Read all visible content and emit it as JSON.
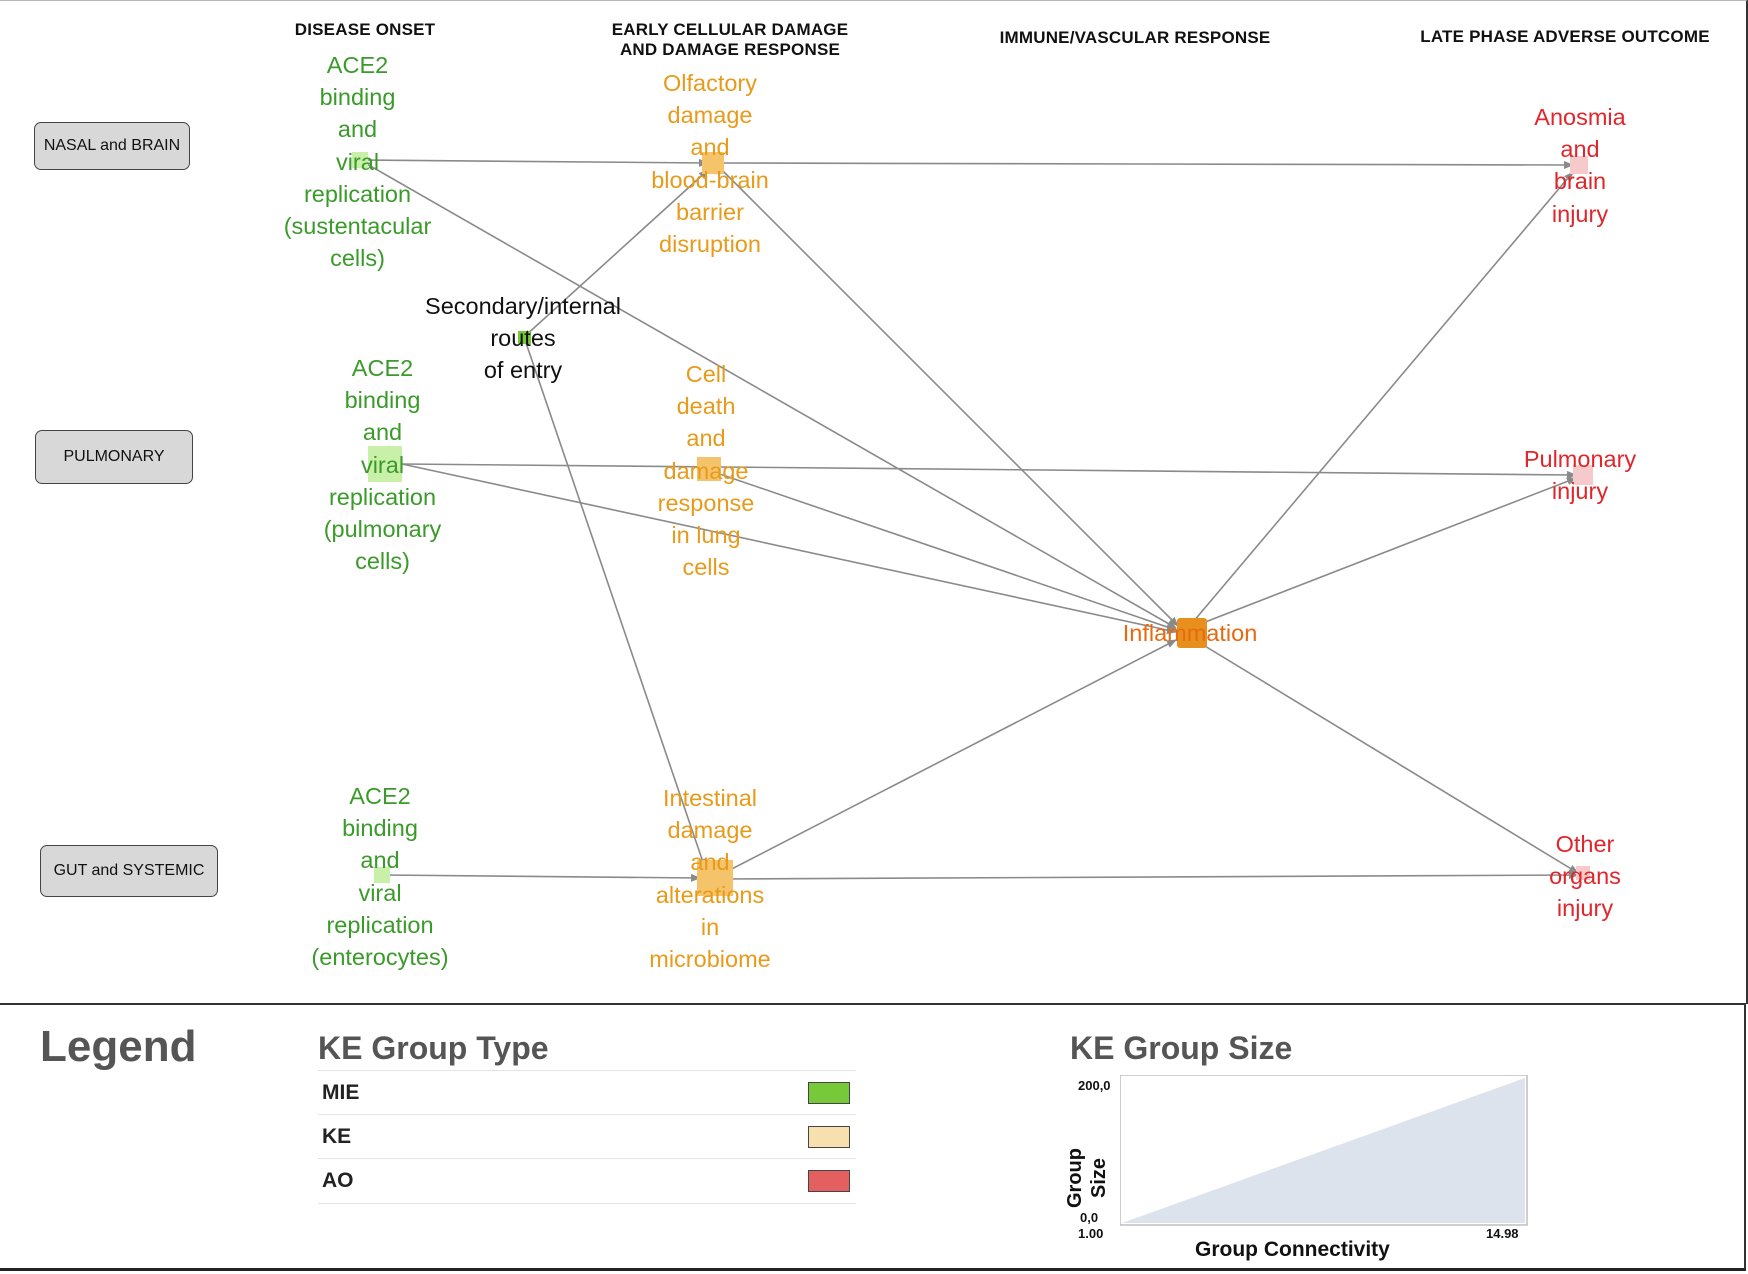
{
  "columns": {
    "disease_onset": "DISEASE ONSET",
    "early_damage_line1": "EARLY CELLULAR DAMAGE",
    "early_damage_line2": "AND DAMAGE RESPONSE",
    "immune": "IMMUNE/VASCULAR RESPONSE",
    "late_phase": "LATE PHASE ADVERSE OUTCOME"
  },
  "rows": {
    "nasal_brain": "NASAL and BRAIN",
    "pulmonary": "PULMONARY",
    "gut_systemic": "GUT and SYSTEMIC"
  },
  "nodes": {
    "ace2_nasal": [
      "ACE2",
      "binding",
      "and",
      "viral",
      "replication",
      "(sustentacular",
      "cells)"
    ],
    "secondary_entry": [
      "Secondary/internal",
      "routes",
      "of entry"
    ],
    "ace2_pulmonary": [
      "ACE2",
      "binding",
      "and",
      "viral",
      "replication",
      "(pulmonary",
      "cells)"
    ],
    "ace2_gut": [
      "ACE2",
      "binding",
      "and",
      "viral",
      "replication",
      "(enterocytes)"
    ],
    "olfactory_damage": [
      "Olfactory",
      "damage",
      "and",
      "blood-brain",
      "barrier",
      "disruption"
    ],
    "cell_death_lung": [
      "Cell",
      "death",
      "and",
      "damage",
      "response",
      "in lung",
      "cells"
    ],
    "intestinal_damage": [
      "Intestinal",
      "damage",
      "and",
      "alterations",
      "in",
      "microbiome"
    ],
    "inflammation": [
      "Inflammation"
    ],
    "anosmia": [
      "Anosmia",
      "and",
      "brain",
      "injury"
    ],
    "pulmonary_injury": [
      "Pulmonary",
      "injury"
    ],
    "other_organs": [
      "Other",
      "organs",
      "injury"
    ]
  },
  "legend": {
    "title": "Legend",
    "group_type_title": "KE Group Type",
    "types": [
      {
        "label": "MIE",
        "color": "#77c93a"
      },
      {
        "label": "KE",
        "color": "#f8dfae"
      },
      {
        "label": "AO",
        "color": "#e46060"
      }
    ],
    "group_size_title": "KE Group Size",
    "size_ylabel_line1": "Group",
    "size_ylabel_line2": "Size",
    "size_y_max": "200,0",
    "size_y_min": "0,0",
    "size_x_min": "1.00",
    "size_x_max": "14.98",
    "size_xlabel": "Group Connectivity"
  },
  "colors": {
    "mie": "#77c93a",
    "mie_light": "#c8f0a8",
    "ke": "#f5c36a",
    "inflammation": "#e8901e",
    "ao_light": "#f6c9cb",
    "edge": "#8a8a8a"
  }
}
